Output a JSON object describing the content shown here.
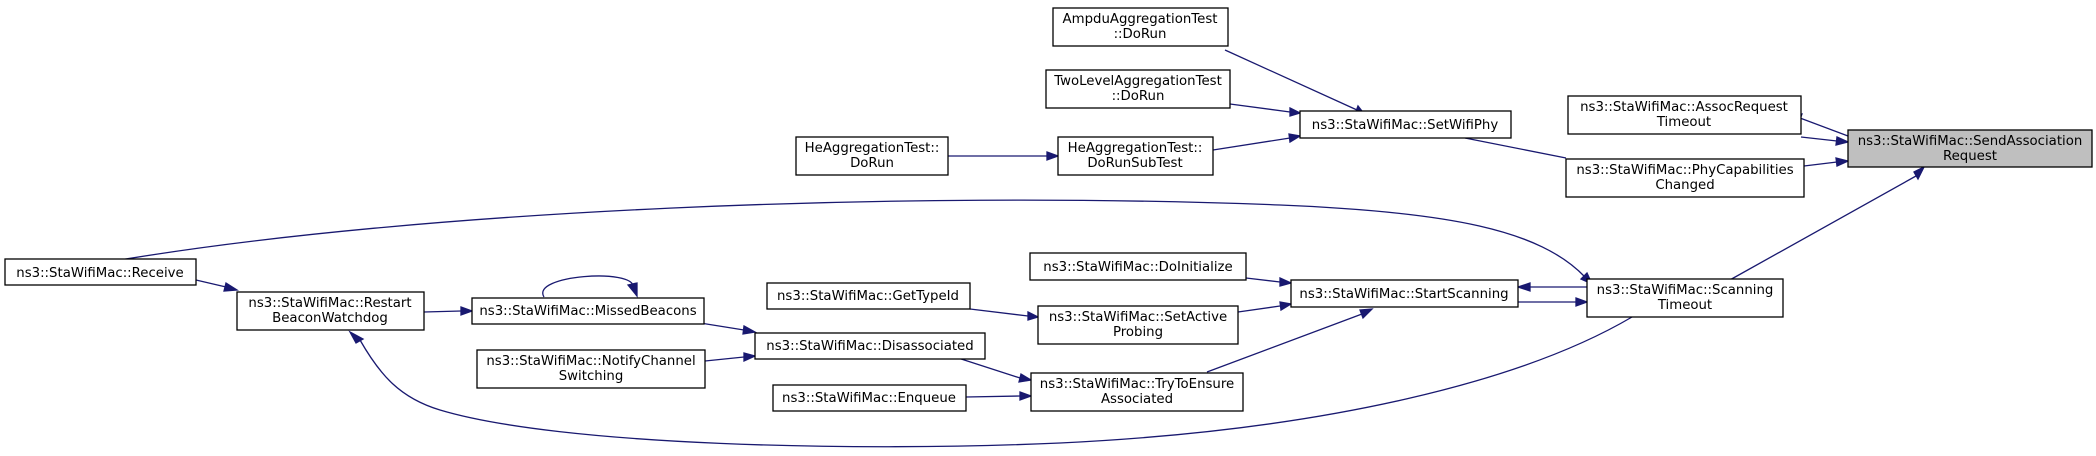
{
  "nodes": {
    "send_assoc": [
      "ns3::StaWifiMac::SendAssociation",
      "Request"
    ],
    "assoc_timeout": [
      "ns3::StaWifiMac::AssocRequest",
      "Timeout"
    ],
    "phy_cap": [
      "ns3::StaWifiMac::PhyCapabilities",
      "Changed"
    ],
    "scanning_timeout": [
      "ns3::StaWifiMac::Scanning",
      "Timeout"
    ],
    "set_wifi_phy": [
      "ns3::StaWifiMac::SetWifiPhy"
    ],
    "ampdu": [
      "AmpduAggregationTest",
      "::DoRun"
    ],
    "two_level": [
      "TwoLevelAggregationTest",
      "::DoRun"
    ],
    "he_sub": [
      "HeAggregationTest::",
      "DoRunSubTest"
    ],
    "he_run": [
      "HeAggregationTest::",
      "DoRun"
    ],
    "receive": [
      "ns3::StaWifiMac::Receive"
    ],
    "start_scanning": [
      "ns3::StaWifiMac::StartScanning"
    ],
    "do_init": [
      "ns3::StaWifiMac::DoInitialize"
    ],
    "set_active": [
      "ns3::StaWifiMac::SetActive",
      "Probing"
    ],
    "get_type": [
      "ns3::StaWifiMac::GetTypeId"
    ],
    "try_ensure": [
      "ns3::StaWifiMac::TryToEnsure",
      "Associated"
    ],
    "enqueue": [
      "ns3::StaWifiMac::Enqueue"
    ],
    "disassociated": [
      "ns3::StaWifiMac::Disassociated"
    ],
    "notify_channel": [
      "ns3::StaWifiMac::NotifyChannel",
      "Switching"
    ],
    "missed_beacons": [
      "ns3::StaWifiMac::MissedBeacons"
    ],
    "restart_watchdog": [
      "ns3::StaWifiMac::Restart",
      "BeaconWatchdog"
    ]
  }
}
